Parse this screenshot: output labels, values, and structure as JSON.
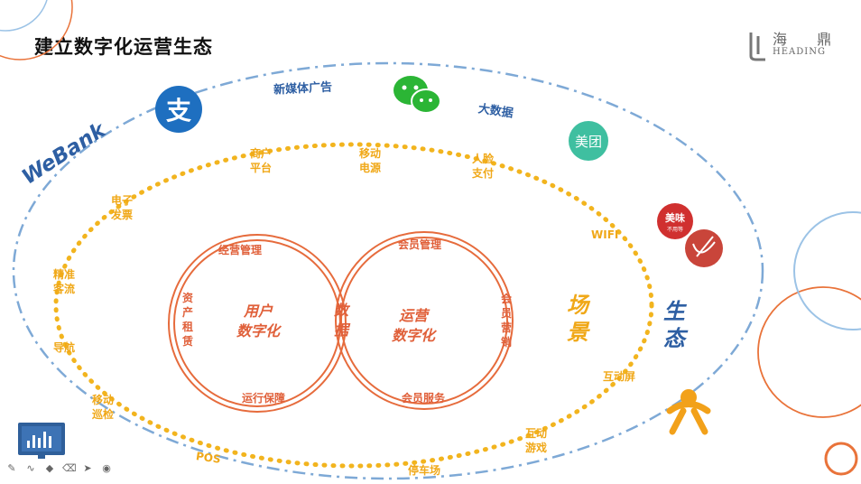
{
  "title": "建立数字化运营生态",
  "logo": {
    "cn": "海 鼎",
    "en": "HEADING"
  },
  "outer_labels": {
    "media_ad": "新媒体广告",
    "big_data": "大数据",
    "meituan": "美团",
    "webank": "WeBank",
    "alipay": "支",
    "meiwei": "美味",
    "meiwei_sub": "不用等",
    "ecology": "生态"
  },
  "inner_labels": {
    "merchant": [
      "商户",
      "平台"
    ],
    "mobile_power": [
      "移动",
      "电源"
    ],
    "face_pay": [
      "人脸",
      "支付"
    ],
    "e_invoice": [
      "电子",
      "发票"
    ],
    "wifi": "WIFI",
    "precise": [
      "精准",
      "客流"
    ],
    "nav": "导航",
    "mobile_patrol": [
      "移动",
      "巡检"
    ],
    "pos": "POS",
    "parking": "停车场",
    "game": [
      "互动",
      "游戏"
    ],
    "screen": "互动屏",
    "scene": "场景"
  },
  "venn": {
    "left_top": "经营管理",
    "left_side": "资产租赁",
    "left_center": [
      "用户",
      "数字化"
    ],
    "left_bottom": "运行保障",
    "middle": "数据",
    "right_top": "会员管理",
    "right_center": [
      "运营",
      "数字化"
    ],
    "right_side": "会员营销",
    "right_bottom": "会员服务"
  },
  "colors": {
    "blue": "#2e5fa3",
    "orange": "#e8632e",
    "yellow": "#f0b020",
    "venn": "#e66b3c",
    "wechat": "#2bb535",
    "meituan": "#3fbfa0",
    "alipay": "#1e6fc0"
  },
  "toolbar_icons": [
    "pen-icon",
    "curve-icon",
    "shape-icon",
    "eraser-icon",
    "pointer-icon",
    "record-icon"
  ]
}
